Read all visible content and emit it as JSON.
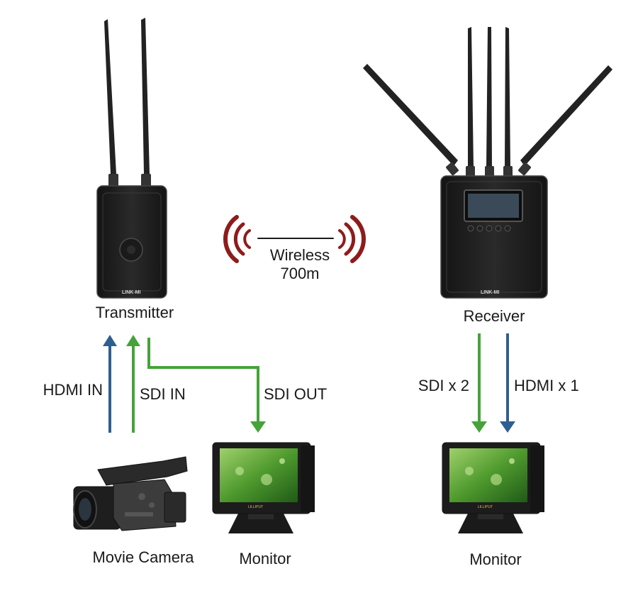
{
  "colors": {
    "blue": "#2f5f91",
    "green": "#45a33a",
    "wireless": "#8e1c1c",
    "device": "#1c1c1c"
  },
  "devices": {
    "transmitter": {
      "label": "Transmitter",
      "brand": "LINK-MI"
    },
    "receiver": {
      "label": "Receiver",
      "brand": "LINK-MI"
    },
    "camera": {
      "label": "Movie Camera"
    },
    "monitor_left": {
      "label": "Monitor",
      "brand": "LILLIPUT"
    },
    "monitor_right": {
      "label": "Monitor",
      "brand": "LILLIPUT"
    }
  },
  "wireless": {
    "line1": "Wireless",
    "line2": "700m"
  },
  "connections": {
    "hdmi_in": "HDMI IN",
    "sdi_in": "SDI IN",
    "sdi_out": "SDI OUT",
    "sdi_x2": "SDI x 2",
    "hdmi_x1": "HDMI x 1"
  },
  "icons": [
    "wireless-signal-icon",
    "antenna-icon",
    "camera-icon",
    "monitor-icon"
  ]
}
